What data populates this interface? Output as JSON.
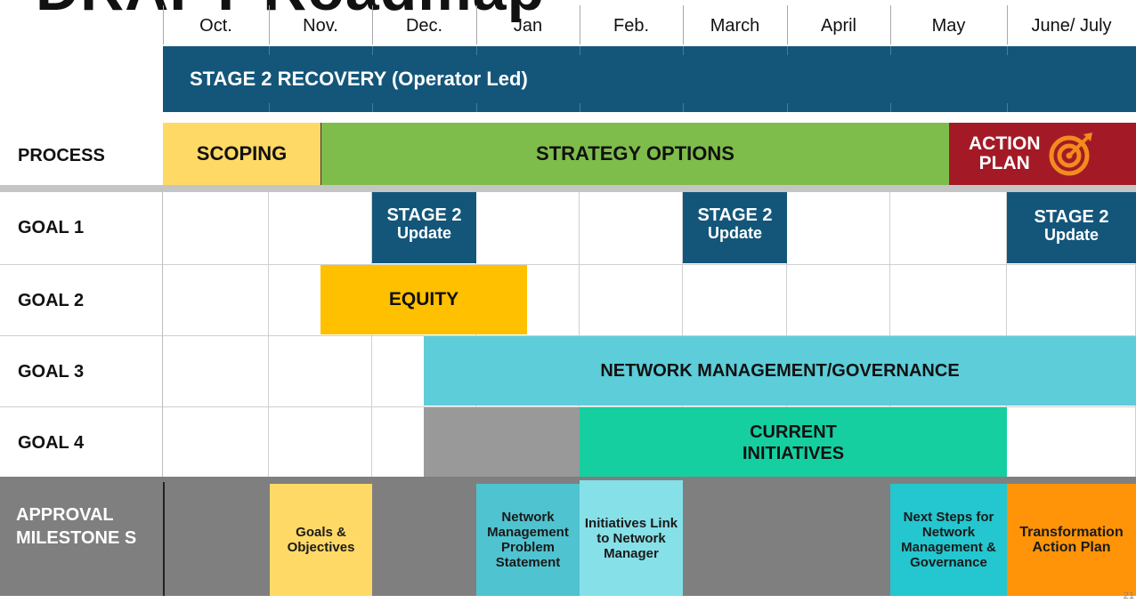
{
  "title": "DRAFT Roadmap",
  "months": [
    "Oct.",
    "Nov.",
    "Dec.",
    "Jan",
    "Feb.",
    "March",
    "April",
    "May",
    "June/ July"
  ],
  "stage_banner": "STAGE 2 RECOVERY (Operator Led)",
  "rows": {
    "process": "PROCESS",
    "goal1": "GOAL 1",
    "goal2": "GOAL 2",
    "goal3": "GOAL 3",
    "goal4": "GOAL 4",
    "approval": "APPROVAL MILESTONE S"
  },
  "process": {
    "scoping": "SCOPING",
    "strategy": "STRATEGY OPTIONS",
    "action_line1": "ACTION",
    "action_line2": "PLAN"
  },
  "goal1": {
    "updates": [
      {
        "line1": "STAGE 2",
        "line2": "Update",
        "month": "Dec."
      },
      {
        "line1": "STAGE 2",
        "line2": "Update",
        "month": "March"
      },
      {
        "line1": "STAGE 2",
        "line2": "Update",
        "month": "June/ July"
      }
    ]
  },
  "goal2": {
    "equity": "EQUITY"
  },
  "goal3": {
    "network": "NETWORK MANAGEMENT/GOVERNANCE"
  },
  "goal4": {
    "current": "CURRENT INITIATIVES"
  },
  "milestones": [
    {
      "text": "Goals & Objectives",
      "color": "#ffd966"
    },
    {
      "text": "Network Management Problem Statement",
      "color": "#4fc3d0"
    },
    {
      "text": "Initiatives Link to Network Manager",
      "color": "#86e0e8"
    },
    {
      "text": "Next Steps for Network Management & Governance",
      "color": "#24c6cf"
    },
    {
      "text": "Transformation Action Plan",
      "color": "#ff9408"
    }
  ],
  "page_number": "21",
  "colors": {
    "navy": "#14567a",
    "scoping": "#ffd966",
    "strategy": "#7ebd4b",
    "action": "#a31a26",
    "equity": "#ffc000",
    "network": "#5ccdd9",
    "current": "#15cfa0",
    "gray_band": "#7f7f7f",
    "gray_block": "#999999",
    "target_icon": "#f28c1e"
  },
  "icons": {
    "action_plan": "target-arrow-icon"
  }
}
